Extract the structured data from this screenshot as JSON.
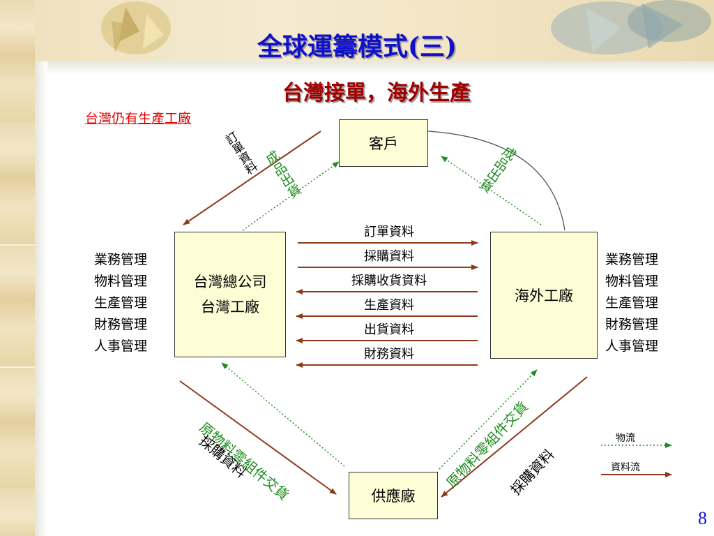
{
  "title": "全球運籌模式(三)",
  "subtitle": "台灣接單，海外生產",
  "note": "台灣仍有生產工廠",
  "nodes": {
    "customer": "客戶",
    "taiwan_hq_line1": "台灣總公司",
    "taiwan_hq_line2": "台灣工廠",
    "overseas_factory": "海外工廠",
    "supplier": "供應廠"
  },
  "management_left": [
    "業務管理",
    "物料管理",
    "生產管理",
    "財務管理",
    "人事管理"
  ],
  "management_right": [
    "業務管理",
    "物料管理",
    "生產管理",
    "財務管理",
    "人事管理"
  ],
  "middle_flows": [
    "訂單資料",
    "採購資料",
    "採購收貨資料",
    "生產資料",
    "出貨資料",
    "財務資料"
  ],
  "edge_labels": {
    "order_data": "訂單資料",
    "goods_ship_left": "成品出貨",
    "goods_ship_right": "成品出貨",
    "purchase_left": "採購資料",
    "material_left": "原物料零組件交貨",
    "material_right": "原物料零組件交貨",
    "purchase_right": "採購資料"
  },
  "legend": {
    "logistics": "物流",
    "info_flow": "資料流"
  },
  "colors": {
    "title": "#1010c8",
    "subtitle": "#a10000",
    "data_flow": "#8b3a1a",
    "logistics_flow": "#1e8c1e",
    "box_fill": "#fdfdd6"
  },
  "page_number": "8"
}
